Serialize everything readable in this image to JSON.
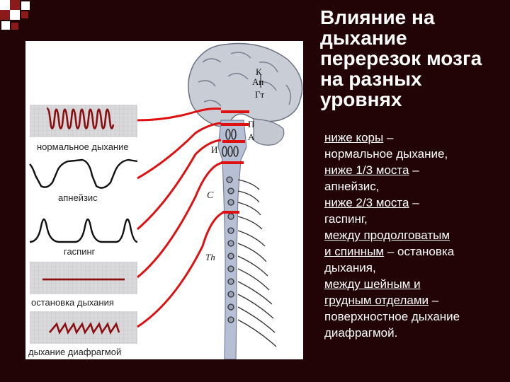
{
  "title_lines": [
    "Влияние на",
    "дыхание",
    "перерезок мозга",
    "на разных",
    "уровнях"
  ],
  "colors": {
    "background": "#230406",
    "cut_lines": "#e01010",
    "wave": "#8a1010",
    "brain": "#c9ced6",
    "spinal_cord": "#b7bfd4"
  },
  "recordings": [
    {
      "id": "normal",
      "label": "нормальное дыхание"
    },
    {
      "id": "apneusis",
      "label": "апнейзис"
    },
    {
      "id": "gasping",
      "label": "гаспинг"
    },
    {
      "id": "arrest",
      "label": "остановка дыхания"
    },
    {
      "id": "diaphragm",
      "label": "дыхание диафрагмой"
    }
  ],
  "brain_letters": {
    "k": "К",
    "ap": "Ап",
    "gt": "Гт",
    "p": "П",
    "a": "А",
    "i": "И",
    "c": "С",
    "th": "Th"
  },
  "notes": [
    {
      "link": "ниже коры",
      "rest": "–",
      "cont": [
        "нормальное дыхание,"
      ]
    },
    {
      "link": "ниже 1/3 моста",
      "rest": "–",
      "cont": [
        "апнейзис,"
      ]
    },
    {
      "link": "ниже 2/3 моста",
      "rest": "–",
      "cont": [
        "гаспинг,"
      ]
    },
    {
      "link": "между продолговатым",
      "link2": "и спинным",
      "rest": "– остановка",
      "cont": [
        "дыхания,"
      ]
    },
    {
      "link": "между шейным и",
      "link2": "грудным отделами",
      "rest": "–",
      "cont": [
        "поверхностное дыхание",
        "диафрагмой."
      ]
    }
  ]
}
